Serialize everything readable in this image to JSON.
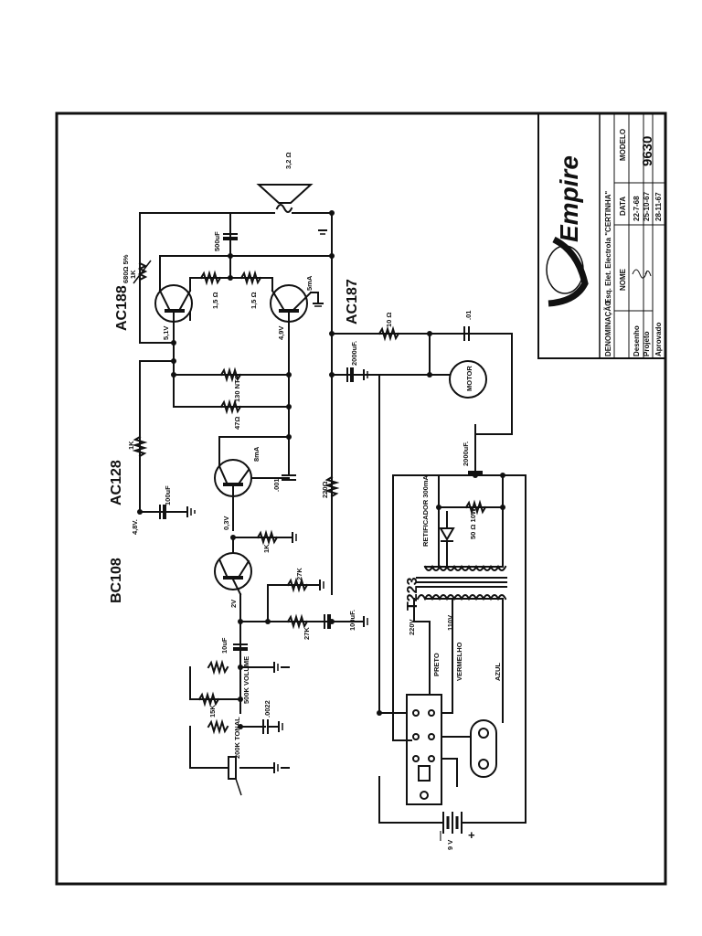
{
  "transistors": {
    "q1": "BC108",
    "q2": "AC128",
    "q3": "AC188",
    "q4": "AC187"
  },
  "components": {
    "speaker": "3,2 Ω",
    "c_speaker": "500uF",
    "r_bias": "680Ω 5%",
    "r_bias_pot": "1K",
    "r_em1": "1,5 Ω",
    "r_em2": "1,5 Ω",
    "i_out": "5mA",
    "v_q3": "5,1V",
    "v_q4": "4,9V",
    "ntc": "130 NTC",
    "r47": "47Ω",
    "r1k_a": "1K",
    "i_q2": "8mA",
    "c001": ".001",
    "r220": "220Ω",
    "c100_a": "100uF",
    "v48": "4,8V.",
    "v03": "0,3V",
    "r1k_b": "1K",
    "r27k_a": "27K",
    "r27k_b": "27K",
    "c100_b": "100uF.",
    "v2": "2V",
    "c10": "10uF",
    "volume": "500K VOLUME",
    "r15k": "15K",
    "tonal": "200K TONAL",
    "c0022": ".0022",
    "r10": "10 Ω",
    "c01": ".01",
    "c2000_a": "2000uF.",
    "motor": "MOTOR",
    "c2000_b": "2000uF.",
    "rectifier": "RETIFICADOR 300mA",
    "r50": "50 Ω 10W",
    "transformer": "T223",
    "v220": "220V",
    "v110": "110V",
    "preto": "PRETO",
    "vermelho": "VERMELHO",
    "azul": "AZUL",
    "battery": "9 V",
    "minus": "—",
    "plus": "+"
  },
  "title_block": {
    "brand": "Empire",
    "denominacao_label": "DENOMINAÇÃO",
    "denominacao_value": "Esq. Elet. Electrola \"CERTINHA\"",
    "nome_label": "NOME",
    "data_label": "DATA",
    "modelo_label": "MODELO",
    "desenho_label": "Desenho",
    "projeto_label": "Projeto",
    "aprovado_label": "Aprovado",
    "desenho_date": "22-7-68",
    "projeto_date": "25-10-67",
    "aprovado_date": "28-11-67",
    "model_number": "9630"
  }
}
